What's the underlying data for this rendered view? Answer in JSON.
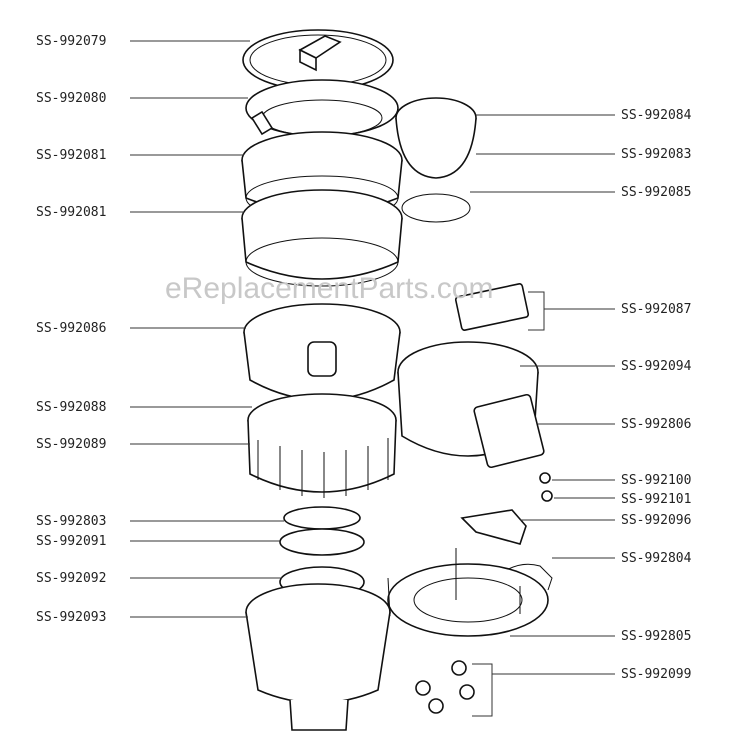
{
  "watermark": "eReplacementParts.com",
  "parts_left": [
    "SS-992079",
    "SS-992080",
    "SS-992081",
    "SS-992081",
    "SS-992086",
    "SS-992088",
    "SS-992089",
    "SS-992803",
    "SS-992091",
    "SS-992092",
    "SS-992093"
  ],
  "parts_right": [
    "SS-992084",
    "SS-992083",
    "SS-992085",
    "SS-992087",
    "SS-992094",
    "SS-992806",
    "SS-992100",
    "SS-992101",
    "SS-992096",
    "SS-992804",
    "SS-992805",
    "SS-992099"
  ]
}
